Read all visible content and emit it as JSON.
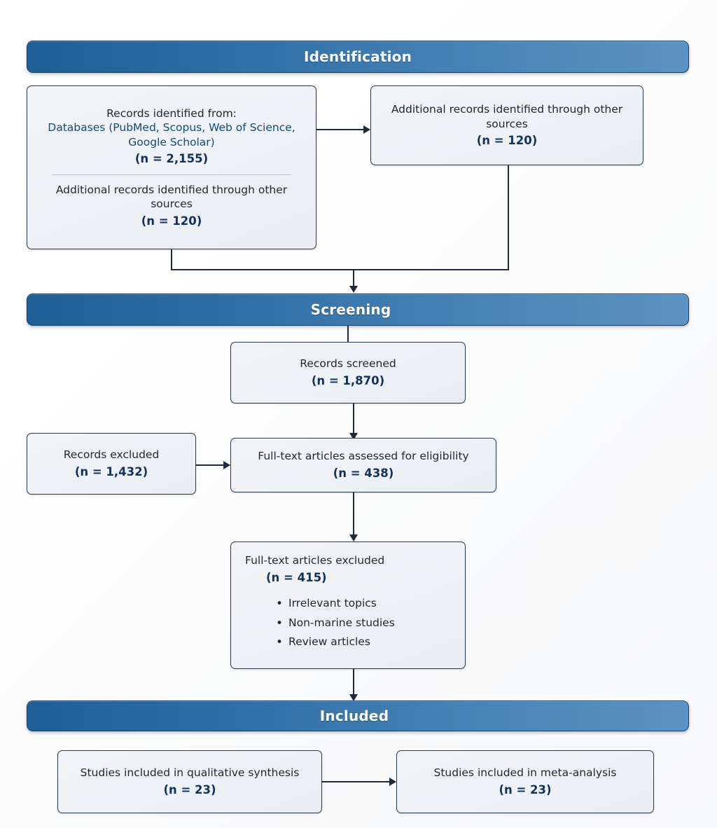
{
  "diagram": {
    "type": "prisma-flow-diagram",
    "stages": [
      {
        "id": "identification",
        "label": "Identification"
      },
      {
        "id": "screening",
        "label": "Screening"
      },
      {
        "id": "included",
        "label": "Included"
      }
    ],
    "boxes": {
      "records_identified": {
        "heading": "Records identified from:",
        "sources": "Databases (PubMed, Scopus, Web of Science, Google Scholar)",
        "sources_count": "(n = 2,155)",
        "additional_heading": "Additional records identified through other sources",
        "additional_count": "(n = 120)"
      },
      "additional_records": {
        "heading": "Additional records identified through other sources",
        "count": "(n = 120)"
      },
      "records_screened": {
        "heading": "Records screened",
        "count": "(n = 1,870)"
      },
      "records_excluded": {
        "heading": "Records excluded",
        "count": "(n = 1,432)"
      },
      "fulltext_assessed": {
        "heading": "Full-text articles assessed for eligibility",
        "count": "(n = 438)"
      },
      "fulltext_excluded": {
        "heading": "Full-text articles excluded",
        "count": "(n = 415)",
        "reasons": [
          "Irrelevant topics",
          "Non-marine studies",
          "Review articles"
        ]
      },
      "qualitative_synthesis": {
        "heading": "Studies included in qualitative synthesis",
        "count": "(n = 23)"
      },
      "meta_analysis": {
        "heading": "Studies included in meta-analysis",
        "count": "(n = 23)"
      }
    },
    "colors": {
      "stage_bar_start": "#1f5f96",
      "stage_bar_end": "#5b93c2",
      "stage_label": "#ffffff",
      "box_fill": "#eef1f5",
      "box_border": "#2b3a4d",
      "text": "#1c2733",
      "accent_text": "#16497c",
      "count_text": "#12315c",
      "connector": "#1e2a38"
    }
  }
}
